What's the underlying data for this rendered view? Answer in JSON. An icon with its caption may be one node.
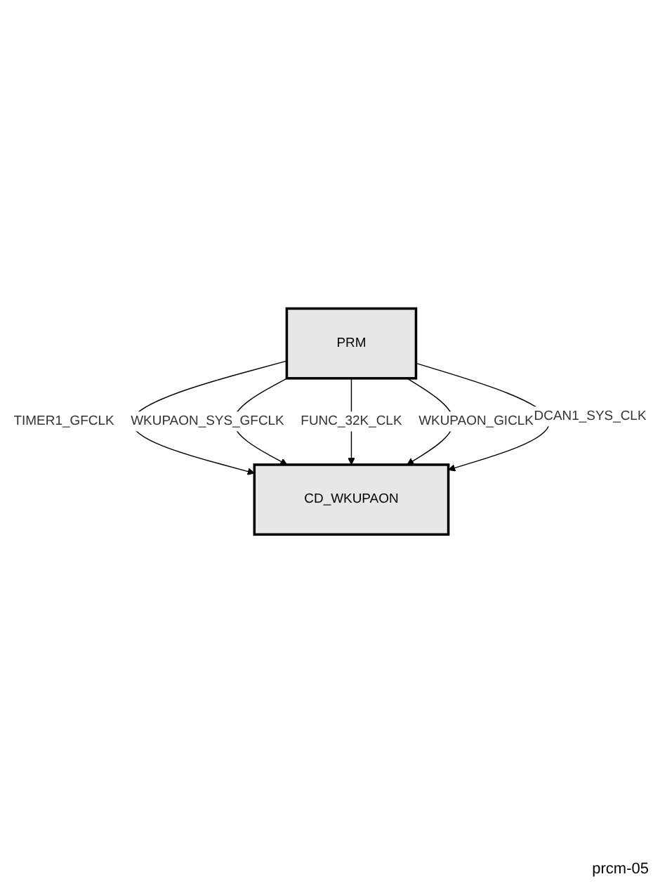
{
  "diagram": {
    "nodes": [
      {
        "text": [
          "PRM"
        ]
      },
      {
        "text": [
          "CD_WKUPAON"
        ]
      }
    ],
    "edges": [
      {
        "from": 0,
        "to": 1,
        "arrow": "to",
        "label": "TIMER1_GFCLK"
      },
      {
        "from": 0,
        "to": 1,
        "arrow": "to",
        "label": "WKUPAON_SYS_GFCLK"
      },
      {
        "from": 0,
        "to": 1,
        "arrow": "to",
        "label": "FUNC_32K_CLK"
      },
      {
        "from": 0,
        "to": 1,
        "arrow": "to",
        "label": "WKUPAON_GICLK"
      },
      {
        "from": 0,
        "to": 1,
        "arrow": "to",
        "label": "DCAN1_SYS_CLK"
      }
    ],
    "labels": [
      "prcm-05"
    ]
  }
}
